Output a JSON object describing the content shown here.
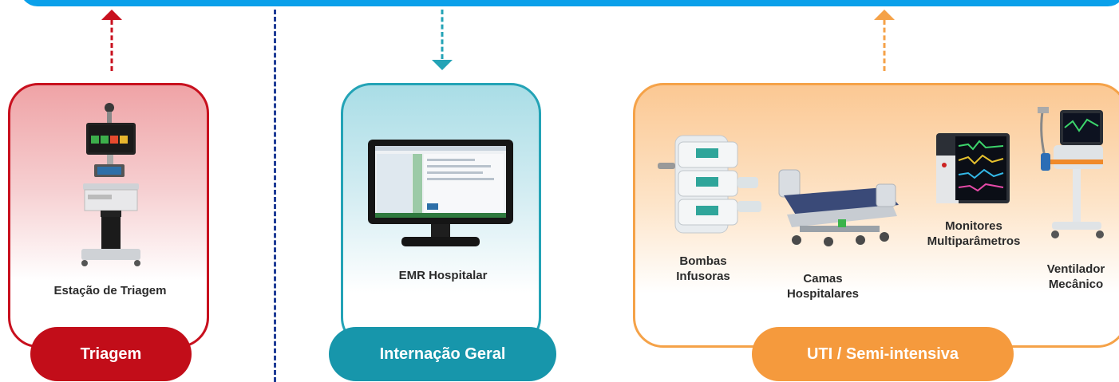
{
  "sections": [
    {
      "id": "triagem",
      "title": "Triagem",
      "color": "#c20d19",
      "devices": [
        "Estação de Triagem"
      ],
      "flow": "up"
    },
    {
      "id": "internacao",
      "title": "Internação Geral",
      "color": "#1796ab",
      "devices": [
        "EMR Hospitalar"
      ],
      "flow": "down"
    },
    {
      "id": "uti",
      "title": "UTI / Semi-intensiva",
      "color": "#f59a3d",
      "devices": [
        "Bombas\nInfusoras",
        "Camas\nHospitalares",
        "Monitores\nMultiparâmetros",
        "Ventilador\nMecânico"
      ],
      "flow": "up"
    }
  ],
  "labels": {
    "estacao": "Estação de Triagem",
    "emr": "EMR Hospitalar",
    "bombas_1": "Bombas",
    "bombas_2": "Infusoras",
    "camas_1": "Camas",
    "camas_2": "Hospitalares",
    "monitores_1": "Monitores",
    "monitores_2": "Multiparâmetros",
    "ventilador_1": "Ventilador",
    "ventilador_2": "Mecânico"
  },
  "pills": {
    "triagem": "Triagem",
    "internacao": "Internação Geral",
    "uti": "UTI / Semi-intensiva"
  },
  "colors": {
    "top_bar": "#0aa0ea",
    "divider": "#1f3c96",
    "triage_arrow": "#c8101e",
    "emr_arrow": "#23a3b6",
    "uti_arrow": "#f5a248"
  }
}
